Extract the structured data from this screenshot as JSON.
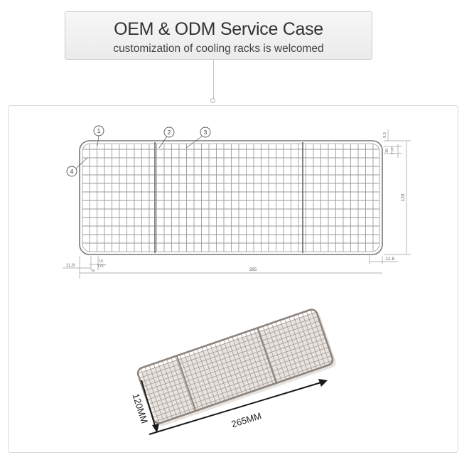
{
  "header": {
    "title": "OEM & ODM Service Case",
    "subtitle": "customization of cooling racks is welcomed"
  },
  "drawing": {
    "callouts": [
      "1",
      "2",
      "3",
      "4"
    ],
    "dim_overall_length": "265",
    "dim_height": "120",
    "dim_end_left": "11.8",
    "dim_end_right": "11.8",
    "dim_pitch_bottom": "10",
    "dim_pitch_bottom_note": "TYP",
    "dim_pitch_right": "10",
    "dim_pitch_right_note": "TYP",
    "dim_top_offset": "9.3",
    "dim_small": "40"
  },
  "photo": {
    "length_label": "265MM",
    "width_label": "120MM"
  },
  "colors": {
    "wire": "#8c8c8c",
    "dimension_line": "#9a9a9a",
    "photo_wire": "#9b9089",
    "arrow": "#1a1a1a"
  }
}
